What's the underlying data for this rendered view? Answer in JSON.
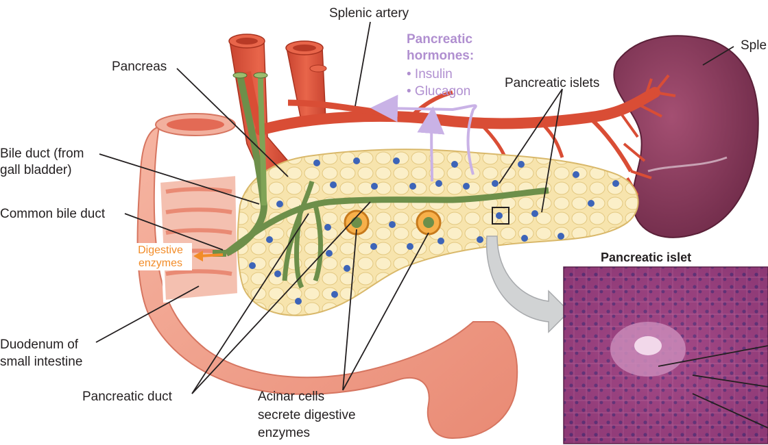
{
  "labels": {
    "splenic_artery": "Splenic artery",
    "spleen": "Sple",
    "pancreas": "Pancreas",
    "pancreatic_islets": "Pancreatic islets",
    "bile_duct_line1": "Bile duct (from",
    "bile_duct_line2": "gall bladder)",
    "common_bile_duct": "Common bile duct",
    "duodenum_line1": "Duodenum of",
    "duodenum_line2": "small intestine",
    "pancreatic_duct": "Pancreatic duct",
    "acinar_line1": "Acinar cells",
    "acinar_line2": "secrete digestive",
    "acinar_line3": "enzymes",
    "digestive_enzymes_line1": "Digestive",
    "digestive_enzymes_line2": "enzymes"
  },
  "hormones": {
    "title_line1": "Pancreatic",
    "title_line2": "hormones:",
    "items": [
      "• Insulin",
      "• Glucagon"
    ]
  },
  "inset": {
    "title": "Pancreatic islet"
  },
  "colors": {
    "artery": "#e0563a",
    "artery_dark": "#b83a26",
    "pancreas": "#f7e3a8",
    "duct": "#6d8f4a",
    "duodenum": "#f0a08a",
    "spleen": "#8a3a5a",
    "hormone": "#b08fd0",
    "enzyme": "#f28c28",
    "islet_dot": "#3d64b8",
    "tissue": "#8e3a78"
  }
}
